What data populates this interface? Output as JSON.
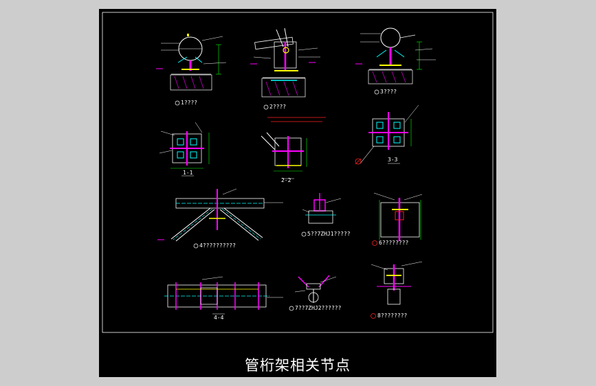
{
  "sheet": {
    "title": "管桁架相关节点",
    "background": "#000000",
    "frame_color": "#ffffff"
  },
  "palette": {
    "white": "#ffffff",
    "yellow": "#ffff00",
    "magenta": "#ff00ff",
    "cyan": "#00ffff",
    "green": "#00ff00",
    "red": "#ff2020"
  },
  "details": {
    "d1": "1????",
    "d2": "2????",
    "d3": "3????",
    "s11": "1-1",
    "s22": "2-2",
    "s33": "3-3",
    "d4": "4??????????",
    "d5": "5??7ZHJ1?????",
    "d6": "6????????",
    "s44": "4-4",
    "d7": "7??7ZHJ2??????",
    "d8": "8????????"
  }
}
